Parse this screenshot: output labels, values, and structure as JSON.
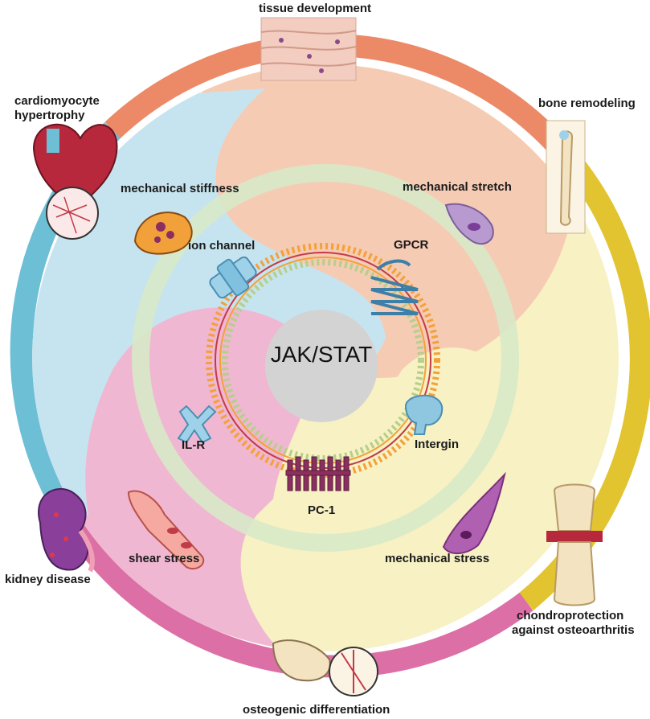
{
  "center": {
    "label": "JAK/STAT"
  },
  "outer_labels": {
    "tissue_development": "tissue development",
    "bone_remodeling": "bone remodeling",
    "cardiomyocyte_hypertrophy_line1": "cardiomyocyte",
    "cardiomyocyte_hypertrophy_line2": "hypertrophy",
    "kidney_disease": "kidney disease",
    "osteogenic_differentiation": "osteogenic differentiation",
    "chondroprotection_line1": "chondroprotection",
    "chondroprotection_line2": "against osteoarthritis"
  },
  "stimuli": {
    "mechanical_stiffness": "mechanical stiffness",
    "mechanical_stretch": "mechanical stretch",
    "shear_stress": "shear stress",
    "mechanical_stress": "mechanical stress"
  },
  "receptors": {
    "ion_channel": "ion channel",
    "gpcr": "GPCR",
    "il_r": "IL-R",
    "intergin": "Intergin",
    "pc1": "PC-1"
  },
  "colors": {
    "ring_orange": "#ec8a68",
    "ring_yellow": "#e2c431",
    "ring_pink": "#dc6fa6",
    "ring_blue": "#6cbfd5",
    "zone_blue": "#c6e4ef",
    "zone_peach": "#f6cbb4",
    "zone_yellow": "#f7f1c3",
    "zone_pink": "#f0b7d2",
    "inner_ring_green": "#d7e9c8",
    "center_gray": "#d3d3d3",
    "membrane_orange": "#f2a13a",
    "membrane_green": "#b5cf8a",
    "membrane_red": "#c23b49"
  }
}
